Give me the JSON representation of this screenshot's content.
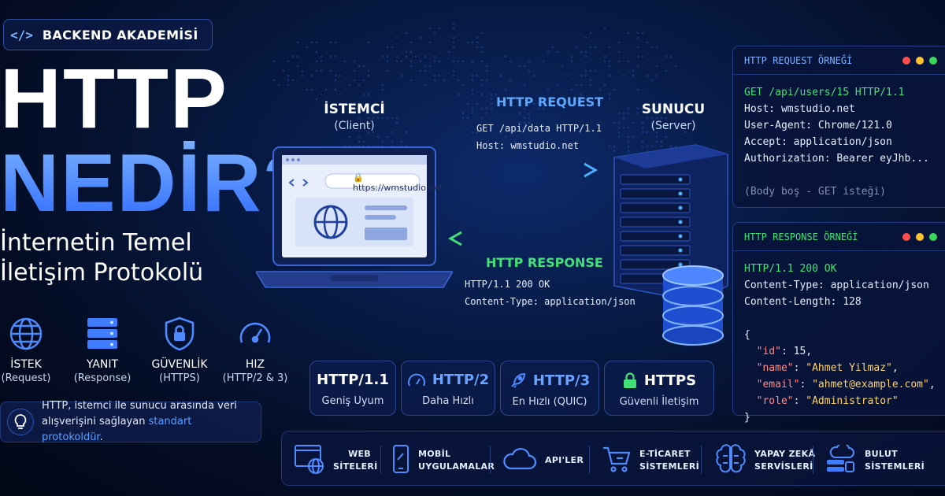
{
  "badge": {
    "icon": "code-icon",
    "label": "BACKEND AKADEMİSİ"
  },
  "title": {
    "line1": "HTTP",
    "line2": "NEDİR?"
  },
  "subtitle": {
    "line1": "İnternetin Temel",
    "line2": "İletişim Protokolü"
  },
  "features": [
    {
      "icon": "globe-icon",
      "label": "İSTEK",
      "sub": "(Request)"
    },
    {
      "icon": "server-stack-icon",
      "label": "YANIT",
      "sub": "(Response)"
    },
    {
      "icon": "shield-lock-icon",
      "label": "GÜVENLİK",
      "sub": "(HTTPS)"
    },
    {
      "icon": "speedometer-icon",
      "label": "HIZ",
      "sub": "(HTTP/2 & 3)"
    }
  ],
  "note": {
    "icon": "lightbulb-icon",
    "text_line1": "HTTP, istemci ile sunucu arasında veri",
    "text_line2_plain": "alışverişini sağlayan ",
    "text_line2_highlight": "standart protokoldür",
    "text_line2_end": "."
  },
  "client": {
    "title": "İSTEMCİ",
    "sub": "(Client)",
    "url": "https://wmstudio.net"
  },
  "server": {
    "title": "SUNUCU",
    "sub": "(Server)"
  },
  "request_flow": {
    "label": "HTTP REQUEST",
    "line1": "GET /api/data HTTP/1.1",
    "line2": "Host: wmstudio.net"
  },
  "response_flow": {
    "label": "HTTP RESPONSE",
    "line1": "HTTP/1.1 200 OK",
    "line2": "Content-Type: application/json"
  },
  "versions": [
    {
      "icon": "",
      "title": "HTTP/1.1",
      "sub": "Geniş Uyum"
    },
    {
      "icon": "speedometer-icon",
      "title": "HTTP/2",
      "sub": "Daha Hızlı"
    },
    {
      "icon": "rocket-icon",
      "title": "HTTP/3",
      "sub": "En Hızlı (QUIC)"
    },
    {
      "icon": "lock-icon",
      "title": "HTTPS",
      "sub": "Güvenli İletişim"
    }
  ],
  "request_panel": {
    "title": "HTTP REQUEST ÖRNEĞİ",
    "lines": [
      "GET /api/users/15 HTTP/1.1",
      "Host: wmstudio.net",
      "User-Agent: Chrome/121.0",
      "Accept: application/json",
      "Authorization: Bearer eyJhb..."
    ],
    "comment": "(Body boş - GET isteği)"
  },
  "response_panel": {
    "title": "HTTP RESPONSE ÖRNEĞİ",
    "status": "HTTP/1.1 200 OK",
    "headers": [
      "Content-Type: application/json",
      "Content-Length: 128"
    ],
    "body_open": "{",
    "fields": [
      {
        "key": "\"id\"",
        "value": "15",
        "comma": ","
      },
      {
        "key": "\"name\"",
        "value": "\"Ahmet Yilmaz\"",
        "comma": ","
      },
      {
        "key": "\"email\"",
        "value": "\"ahmet@example.com\"",
        "comma": ","
      },
      {
        "key": "\"role\"",
        "value": "\"Administrator\"",
        "comma": ""
      }
    ],
    "body_close": "}"
  },
  "use_cases": [
    {
      "icon": "web-globe-icon",
      "line1": "WEB",
      "line2": "SİTELERİ"
    },
    {
      "icon": "mobile-icon",
      "line1": "MOBİL",
      "line2": "UYGULAMALAR"
    },
    {
      "icon": "cloud-icon",
      "line1": "API'LER",
      "line2": ""
    },
    {
      "icon": "cart-icon",
      "line1": "E-TİCARET",
      "line2": "SİSTEMLERİ"
    },
    {
      "icon": "brain-icon",
      "line1": "YAPAY ZEKÂ",
      "line2": "SERVİSLERİ"
    },
    {
      "icon": "cloud-db-icon",
      "line1": "BULUT",
      "line2": "SİSTEMLERİ"
    }
  ],
  "colors": {
    "accent": "#4f8bff",
    "green": "#43e07a",
    "dot_red": "#ff4d4d",
    "dot_yellow": "#ffc02e",
    "dot_green": "#3ad65a"
  }
}
